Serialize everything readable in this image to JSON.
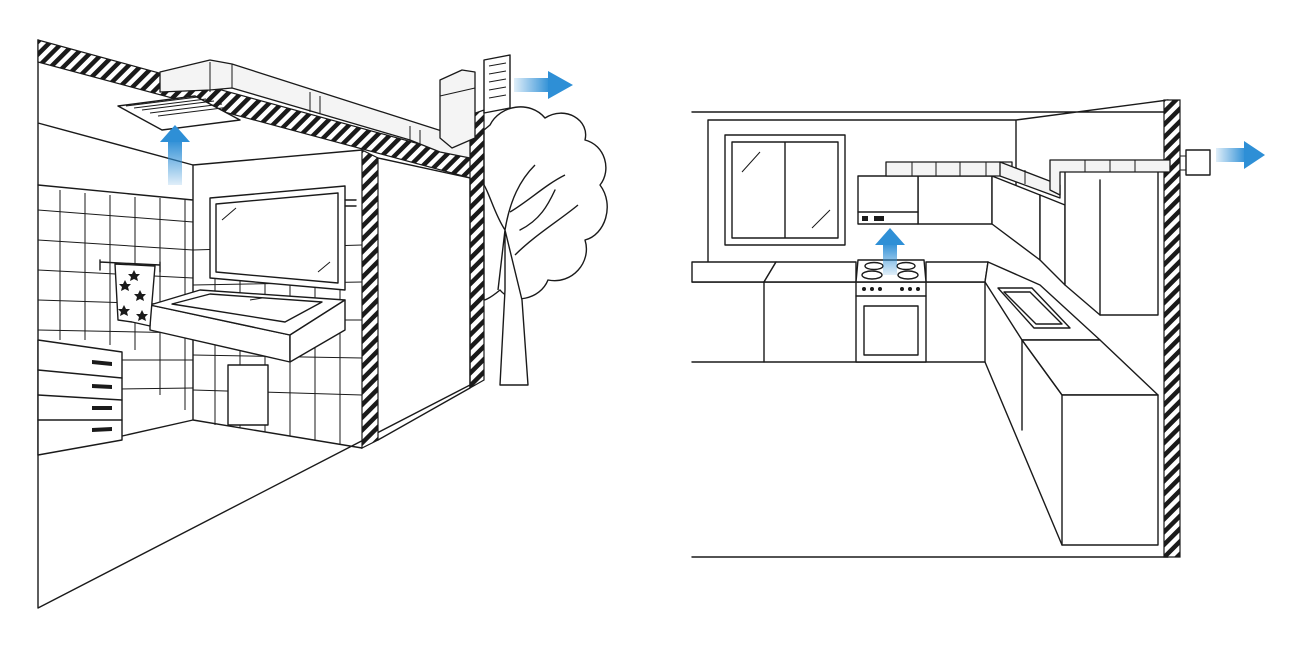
{
  "colors": {
    "line": "#1a1a1a",
    "background": "#ffffff",
    "airflow_arrow": "#2e8fd6",
    "duct_fill": "#f4f4f4"
  },
  "scenes": [
    {
      "name": "bathroom",
      "icons": [
        "ceiling-extractor-icon",
        "flexible-duct-icon",
        "wall-grille-icon",
        "tree-icon",
        "mirror-icon",
        "washbasin-icon",
        "towel-icon",
        "drawers-icon"
      ],
      "airflow_arrows": 2
    },
    {
      "name": "kitchen",
      "icons": [
        "window-icon",
        "cooker-hood-icon",
        "hob-icon",
        "oven-icon",
        "sink-icon",
        "rigid-duct-icon",
        "wall-outlet-icon"
      ],
      "airflow_arrows": 2
    }
  ]
}
